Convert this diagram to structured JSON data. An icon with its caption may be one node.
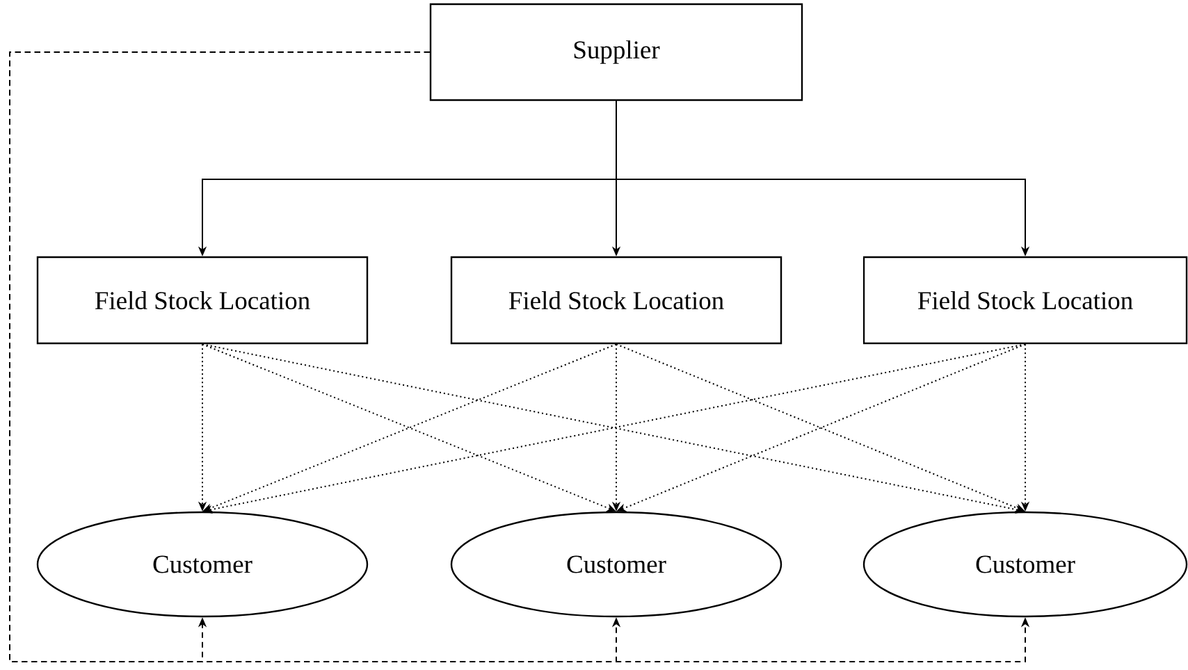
{
  "diagram": {
    "nodes": [
      {
        "text": [
          "Supplier"
        ]
      },
      {
        "text": [
          "Field Stock Location"
        ]
      },
      {
        "text": [
          "Field Stock Location"
        ]
      },
      {
        "text": [
          "Field Stock Location"
        ]
      },
      {
        "text": [
          "Customer"
        ]
      },
      {
        "text": [
          "Customer"
        ]
      },
      {
        "text": [
          "Customer"
        ]
      }
    ],
    "edges": [
      {
        "from": 0,
        "to": 1,
        "arrow": "to"
      },
      {
        "from": 0,
        "to": 2,
        "arrow": "to"
      },
      {
        "from": 0,
        "to": 3,
        "arrow": "to"
      },
      {
        "from": 1,
        "to": 4,
        "arrow": "to",
        "style": "dashed"
      },
      {
        "from": 1,
        "to": 5,
        "arrow": "to",
        "style": "dashed"
      },
      {
        "from": 1,
        "to": 6,
        "arrow": "to",
        "style": "dashed"
      },
      {
        "from": 2,
        "to": 4,
        "arrow": "to",
        "style": "dashed"
      },
      {
        "from": 2,
        "to": 5,
        "arrow": "to",
        "style": "dashed"
      },
      {
        "from": 2,
        "to": 6,
        "arrow": "to",
        "style": "dashed"
      },
      {
        "from": 3,
        "to": 4,
        "arrow": "to",
        "style": "dashed"
      },
      {
        "from": 3,
        "to": 5,
        "arrow": "to",
        "style": "dashed"
      },
      {
        "from": 3,
        "to": 6,
        "arrow": "to",
        "style": "dashed"
      },
      {
        "from": 0,
        "to": 4,
        "arrow": "to",
        "style": "dashed"
      },
      {
        "from": 0,
        "to": 5,
        "arrow": "to",
        "style": "dashed"
      },
      {
        "from": 0,
        "to": 6,
        "arrow": "to",
        "style": "dashed"
      }
    ]
  }
}
